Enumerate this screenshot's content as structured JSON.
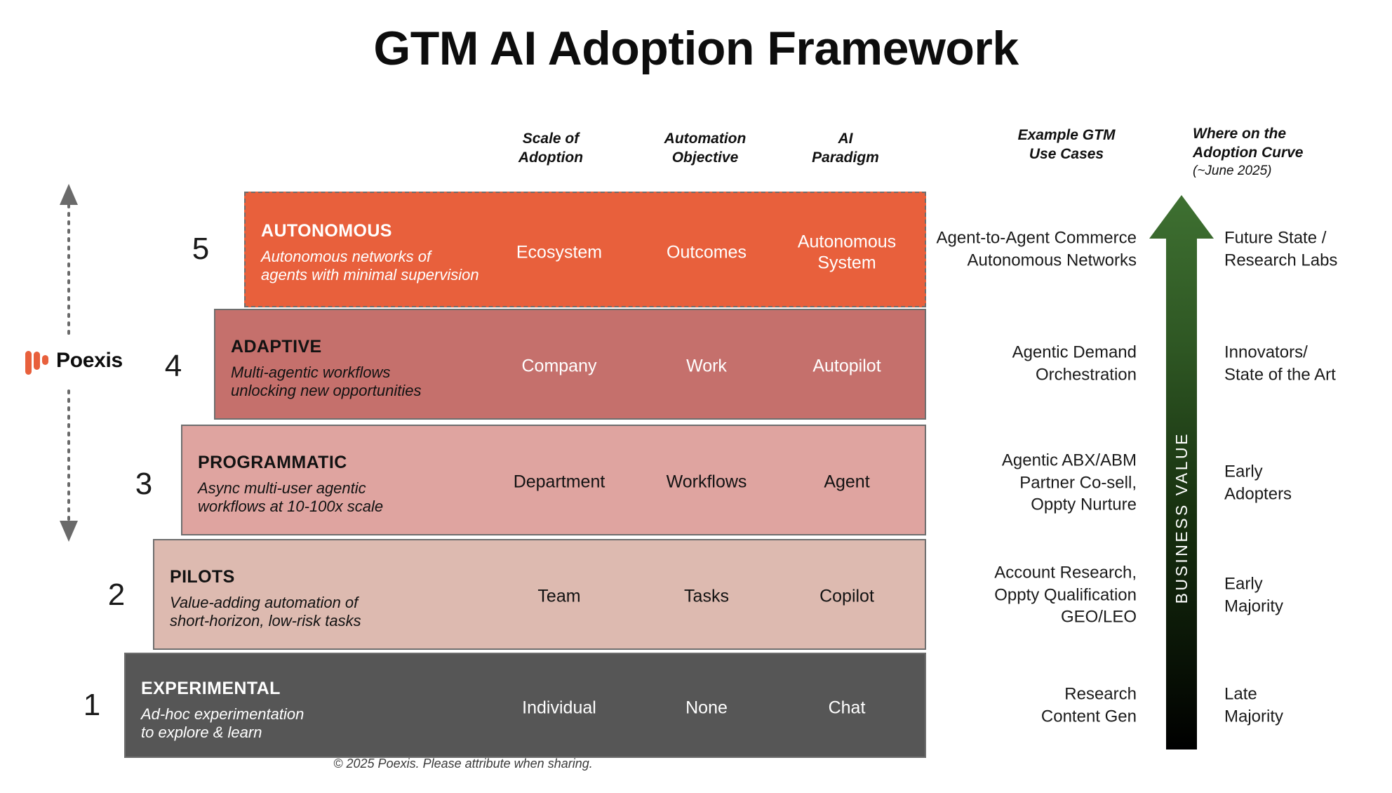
{
  "title": "GTM AI Adoption Framework",
  "brand": {
    "name": "Poexis",
    "mark_icon": "poexis-bars-logo",
    "accent_color": "#E8603C"
  },
  "footer": "© 2025 Poexis. Please attribute when sharing.",
  "axis": {
    "left_icon": "vertical-double-arrow-dotted",
    "business_value_label": "BUSINESS  VALUE",
    "business_value_arrow_icon": "up-arrow",
    "business_value_gradient_top": "#3E7031",
    "business_value_gradient_bottom": "#000000"
  },
  "columns": [
    {
      "key": "scale",
      "line1": "Scale of",
      "line2": "Adoption"
    },
    {
      "key": "objective",
      "line1": "Automation",
      "line2": "Objective"
    },
    {
      "key": "paradigm",
      "line1": "AI",
      "line2": "Paradigm"
    },
    {
      "key": "usecases",
      "line1": "Example GTM",
      "line2": "Use Cases"
    },
    {
      "key": "curve",
      "line1": "Where on the",
      "line2": "Adoption Curve",
      "sub": "(~June 2025)"
    }
  ],
  "tiers": [
    {
      "level": "5",
      "name": "AUTONOMOUS",
      "description": "Autonomous networks of\nagents with minimal supervision",
      "scale": "Ecosystem",
      "objective": "Outcomes",
      "paradigm": "Autonomous\nSystem",
      "usecases": "Agent-to-Agent Commerce\nAutonomous Networks",
      "curve": "Future State /\nResearch Labs",
      "color": "#E8603C",
      "text_style": "light",
      "border_style": "dashed"
    },
    {
      "level": "4",
      "name": "ADAPTIVE",
      "description": "Multi-agentic workflows\nunlocking new opportunities",
      "scale": "Company",
      "objective": "Work",
      "paradigm": "Autopilot",
      "usecases": "Agentic Demand\nOrchestration",
      "curve": "Innovators/\nState of the Art",
      "color": "#C5706C",
      "text_style": "mixed",
      "border_style": "solid"
    },
    {
      "level": "3",
      "name": "PROGRAMMATIC",
      "description": "Async multi-user agentic\nworkflows at 10-100x scale",
      "scale": "Department",
      "objective": "Workflows",
      "paradigm": "Agent",
      "usecases": "Agentic ABX/ABM\nPartner Co-sell,\nOppty Nurture",
      "curve": "Early\nAdopters",
      "color": "#DFA4A0",
      "text_style": "dark",
      "border_style": "solid"
    },
    {
      "level": "2",
      "name": "PILOTS",
      "description": "Value-adding automation of\nshort-horizon, low-risk tasks",
      "scale": "Team",
      "objective": "Tasks",
      "paradigm": "Copilot",
      "usecases": "Account Research,\nOppty Qualification\nGEO/LEO",
      "curve": "Early\nMajority",
      "color": "#DDBAB0",
      "text_style": "dark",
      "border_style": "solid"
    },
    {
      "level": "1",
      "name": "EXPERIMENTAL",
      "description": "Ad-hoc experimentation\nto explore & learn",
      "scale": "Individual",
      "objective": "None",
      "paradigm": "Chat",
      "usecases": "Research\nContent Gen",
      "curve": "Late\nMajority",
      "color": "#565656",
      "text_style": "light",
      "border_style": "solid"
    }
  ]
}
